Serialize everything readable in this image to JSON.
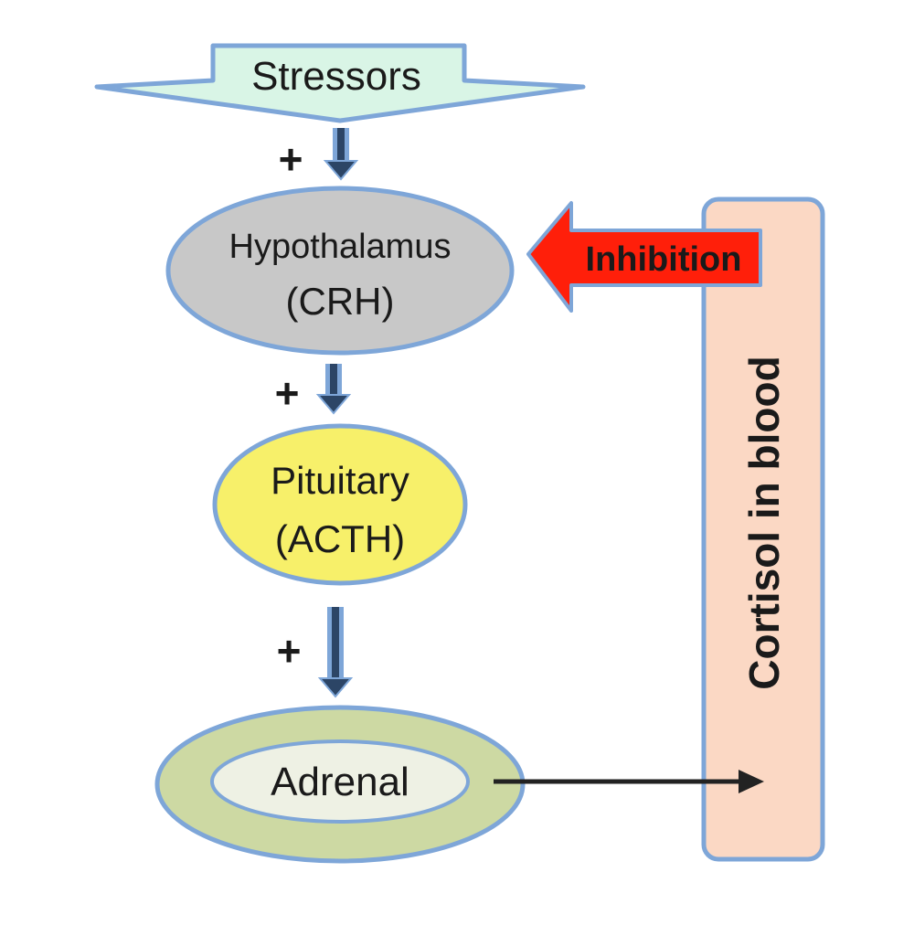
{
  "diagram": {
    "stressors": {
      "label": "Stressors"
    },
    "hypothalamus": {
      "name": "Hypothalamus",
      "hormone": "(CRH)"
    },
    "pituitary": {
      "name": "Pituitary",
      "hormone": "(ACTH)"
    },
    "adrenal": {
      "name": "Adrenal"
    },
    "cortisol": {
      "label": "Cortisol in blood"
    },
    "inhibition": {
      "label": "Inhibition"
    },
    "signs": {
      "stressors_to_hypothalamus": "+",
      "hypothalamus_to_pituitary": "+",
      "pituitary_to_adrenal": "+"
    }
  },
  "colors": {
    "stressors_fill": "#d9f5e6",
    "outline_blue": "#7ea6d8",
    "hypothalamus_fill": "#c8c8c8",
    "pituitary_fill": "#f7f06a",
    "adrenal_outer_fill": "#cdd9a3",
    "adrenal_inner_fill": "#eef1e4",
    "cortisol_fill": "#fbd8c4",
    "inhibition_red": "#ff1f0a",
    "arrow_dark": "#2c4566"
  }
}
